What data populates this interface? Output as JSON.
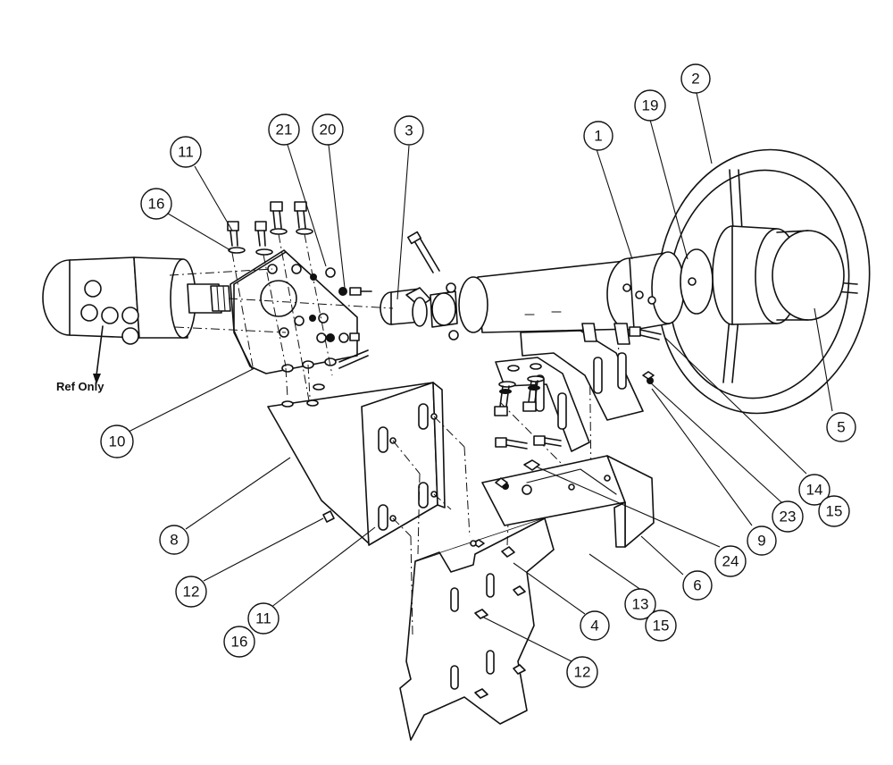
{
  "diagram": {
    "note": "Ref Only",
    "callouts": [
      "1",
      "2",
      "3",
      "4",
      "5",
      "6",
      "8",
      "9",
      "10",
      "11",
      "12",
      "13",
      "14",
      "15",
      "16",
      "19",
      "20",
      "21",
      "23",
      "24"
    ]
  }
}
